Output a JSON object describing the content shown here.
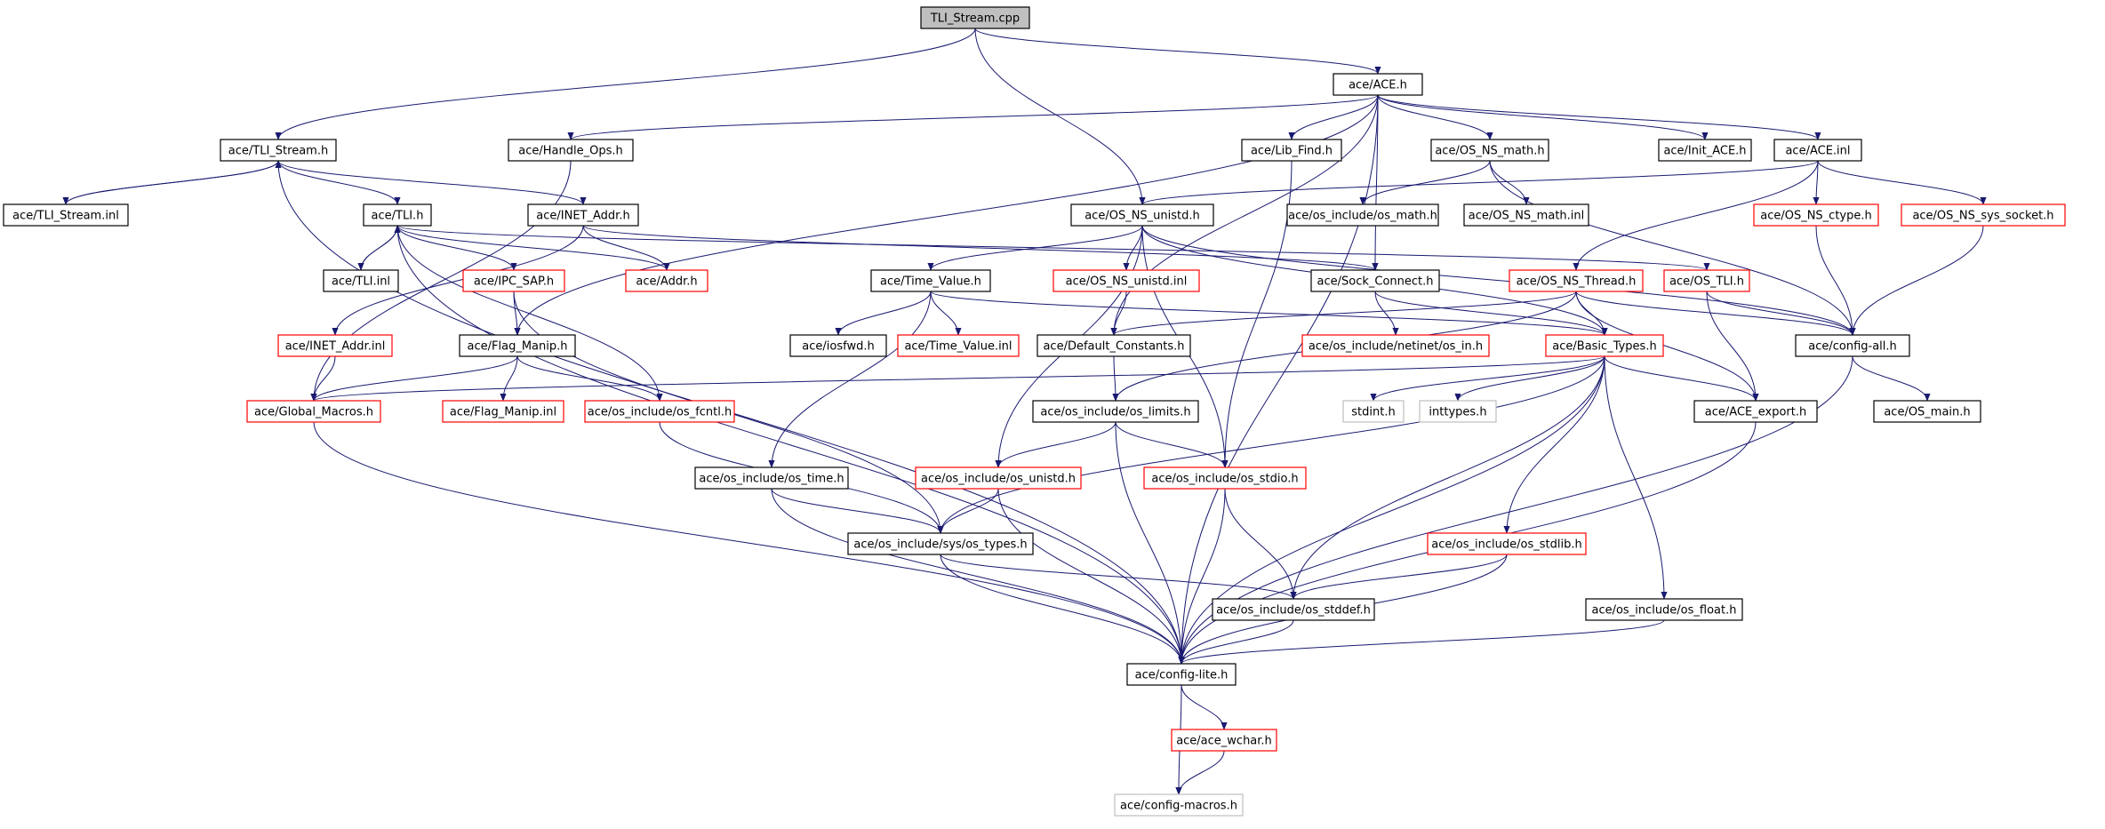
{
  "colors": {
    "edge": "#191970",
    "border_black": "#000000",
    "border_red": "#ff0000",
    "border_gray": "#bfbfbf",
    "root_fill": "#bfbfbf",
    "node_fill": "#ffffff"
  },
  "nodes": [
    {
      "id": "n_root",
      "label": "TLI_Stream.cpp",
      "style": "root"
    },
    {
      "id": "n_ace_h",
      "label": "ace/ACE.h",
      "style": "black"
    },
    {
      "id": "n_tli_stream_h",
      "label": "ace/TLI_Stream.h",
      "style": "black"
    },
    {
      "id": "n_handle_ops",
      "label": "ace/Handle_Ops.h",
      "style": "black"
    },
    {
      "id": "n_lib_find",
      "label": "ace/Lib_Find.h",
      "style": "black"
    },
    {
      "id": "n_os_ns_math",
      "label": "ace/OS_NS_math.h",
      "style": "black"
    },
    {
      "id": "n_init_ace",
      "label": "ace/Init_ACE.h",
      "style": "black"
    },
    {
      "id": "n_ace_inl",
      "label": "ace/ACE.inl",
      "style": "black"
    },
    {
      "id": "n_tli_stream_inl",
      "label": "ace/TLI_Stream.inl",
      "style": "black"
    },
    {
      "id": "n_tli_h",
      "label": "ace/TLI.h",
      "style": "black"
    },
    {
      "id": "n_inet_addr",
      "label": "ace/INET_Addr.h",
      "style": "black"
    },
    {
      "id": "n_os_ns_unistd",
      "label": "ace/OS_NS_unistd.h",
      "style": "black"
    },
    {
      "id": "n_os_math",
      "label": "ace/os_include/os_math.h",
      "style": "black"
    },
    {
      "id": "n_os_ns_math_inl",
      "label": "ace/OS_NS_math.inl",
      "style": "black"
    },
    {
      "id": "n_os_ns_ctype",
      "label": "ace/OS_NS_ctype.h",
      "style": "red"
    },
    {
      "id": "n_os_ns_sys_socket",
      "label": "ace/OS_NS_sys_socket.h",
      "style": "red"
    },
    {
      "id": "n_tli_inl",
      "label": "ace/TLI.inl",
      "style": "black"
    },
    {
      "id": "n_ipc_sap",
      "label": "ace/IPC_SAP.h",
      "style": "red"
    },
    {
      "id": "n_addr",
      "label": "ace/Addr.h",
      "style": "red"
    },
    {
      "id": "n_time_value",
      "label": "ace/Time_Value.h",
      "style": "black"
    },
    {
      "id": "n_os_ns_unistd_inl",
      "label": "ace/OS_NS_unistd.inl",
      "style": "red"
    },
    {
      "id": "n_sock_connect",
      "label": "ace/Sock_Connect.h",
      "style": "black"
    },
    {
      "id": "n_os_ns_thread",
      "label": "ace/OS_NS_Thread.h",
      "style": "red"
    },
    {
      "id": "n_os_tli",
      "label": "ace/OS_TLI.h",
      "style": "red"
    },
    {
      "id": "n_inet_addr_inl",
      "label": "ace/INET_Addr.inl",
      "style": "red"
    },
    {
      "id": "n_flag_manip",
      "label": "ace/Flag_Manip.h",
      "style": "black"
    },
    {
      "id": "n_iosfwd",
      "label": "ace/iosfwd.h",
      "style": "black"
    },
    {
      "id": "n_time_value_inl",
      "label": "ace/Time_Value.inl",
      "style": "red"
    },
    {
      "id": "n_default_constants",
      "label": "ace/Default_Constants.h",
      "style": "black"
    },
    {
      "id": "n_os_in",
      "label": "ace/os_include/netinet/os_in.h",
      "style": "red"
    },
    {
      "id": "n_basic_types",
      "label": "ace/Basic_Types.h",
      "style": "red"
    },
    {
      "id": "n_config_all",
      "label": "ace/config-all.h",
      "style": "black"
    },
    {
      "id": "n_global_macros",
      "label": "ace/Global_Macros.h",
      "style": "red"
    },
    {
      "id": "n_flag_manip_inl",
      "label": "ace/Flag_Manip.inl",
      "style": "red"
    },
    {
      "id": "n_os_fcntl",
      "label": "ace/os_include/os_fcntl.h",
      "style": "red"
    },
    {
      "id": "n_os_limits",
      "label": "ace/os_include/os_limits.h",
      "style": "black"
    },
    {
      "id": "n_stdint",
      "label": "stdint.h",
      "style": "gray"
    },
    {
      "id": "n_inttypes",
      "label": "inttypes.h",
      "style": "gray"
    },
    {
      "id": "n_ace_export",
      "label": "ace/ACE_export.h",
      "style": "black"
    },
    {
      "id": "n_os_main",
      "label": "ace/OS_main.h",
      "style": "black"
    },
    {
      "id": "n_os_time",
      "label": "ace/os_include/os_time.h",
      "style": "black"
    },
    {
      "id": "n_os_unistd",
      "label": "ace/os_include/os_unistd.h",
      "style": "red"
    },
    {
      "id": "n_os_stdio",
      "label": "ace/os_include/os_stdio.h",
      "style": "red"
    },
    {
      "id": "n_sys_os_types",
      "label": "ace/os_include/sys/os_types.h",
      "style": "black"
    },
    {
      "id": "n_os_stdlib",
      "label": "ace/os_include/os_stdlib.h",
      "style": "red"
    },
    {
      "id": "n_os_stddef",
      "label": "ace/os_include/os_stddef.h",
      "style": "black"
    },
    {
      "id": "n_os_float",
      "label": "ace/os_include/os_float.h",
      "style": "black"
    },
    {
      "id": "n_config_lite",
      "label": "ace/config-lite.h",
      "style": "black"
    },
    {
      "id": "n_ace_wchar",
      "label": "ace/ace_wchar.h",
      "style": "red"
    },
    {
      "id": "n_config_macros",
      "label": "ace/config-macros.h",
      "style": "gray"
    }
  ],
  "edges": [
    [
      "n_root",
      "n_tli_stream_h"
    ],
    [
      "n_root",
      "n_ace_h"
    ],
    [
      "n_root",
      "n_os_ns_unistd"
    ],
    [
      "n_ace_h",
      "n_handle_ops"
    ],
    [
      "n_ace_h",
      "n_lib_find"
    ],
    [
      "n_ace_h",
      "n_os_ns_math"
    ],
    [
      "n_ace_h",
      "n_init_ace"
    ],
    [
      "n_ace_h",
      "n_ace_inl"
    ],
    [
      "n_ace_h",
      "n_flag_manip"
    ],
    [
      "n_ace_h",
      "n_default_constants"
    ],
    [
      "n_ace_h",
      "n_sock_connect"
    ],
    [
      "n_ace_h",
      "n_config_lite"
    ],
    [
      "n_tli_stream_h",
      "n_tli_stream_inl"
    ],
    [
      "n_tli_stream_inl",
      "n_tli_stream_h"
    ],
    [
      "n_tli_stream_h",
      "n_tli_h"
    ],
    [
      "n_tli_stream_h",
      "n_inet_addr"
    ],
    [
      "n_tli_stream_h",
      "n_config_lite"
    ],
    [
      "n_handle_ops",
      "n_global_macros"
    ],
    [
      "n_lib_find",
      "n_os_stdio"
    ],
    [
      "n_os_ns_math",
      "n_os_math"
    ],
    [
      "n_os_ns_math",
      "n_os_ns_math_inl"
    ],
    [
      "n_os_ns_math",
      "n_config_all"
    ],
    [
      "n_ace_inl",
      "n_os_ns_unistd"
    ],
    [
      "n_ace_inl",
      "n_os_ns_ctype"
    ],
    [
      "n_ace_inl",
      "n_os_ns_sys_socket"
    ],
    [
      "n_ace_inl",
      "n_os_ns_thread"
    ],
    [
      "n_tli_h",
      "n_tli_inl"
    ],
    [
      "n_tli_inl",
      "n_tli_h"
    ],
    [
      "n_tli_h",
      "n_ipc_sap"
    ],
    [
      "n_tli_h",
      "n_addr"
    ],
    [
      "n_tli_h",
      "n_os_fcntl"
    ],
    [
      "n_tli_h",
      "n_os_tli"
    ],
    [
      "n_tli_h",
      "n_config_lite"
    ],
    [
      "n_inet_addr",
      "n_addr"
    ],
    [
      "n_inet_addr",
      "n_inet_addr_inl"
    ],
    [
      "n_inet_addr",
      "n_sock_connect"
    ],
    [
      "n_os_ns_unistd",
      "n_time_value"
    ],
    [
      "n_os_ns_unistd",
      "n_os_ns_unistd_inl"
    ],
    [
      "n_os_ns_unistd",
      "n_os_stdio"
    ],
    [
      "n_os_ns_unistd",
      "n_basic_types"
    ],
    [
      "n_os_ns_unistd",
      "n_os_unistd"
    ],
    [
      "n_os_ns_unistd",
      "n_config_all"
    ],
    [
      "n_os_ns_ctype",
      "n_config_all"
    ],
    [
      "n_os_ns_sys_socket",
      "n_config_all"
    ],
    [
      "n_ipc_sap",
      "n_flag_manip"
    ],
    [
      "n_ipc_sap",
      "n_sys_os_types"
    ],
    [
      "n_time_value",
      "n_iosfwd"
    ],
    [
      "n_time_value",
      "n_time_value_inl"
    ],
    [
      "n_time_value",
      "n_os_time"
    ],
    [
      "n_time_value",
      "n_basic_types"
    ],
    [
      "n_os_ns_unistd_inl",
      "n_default_constants"
    ],
    [
      "n_sock_connect",
      "n_os_in"
    ],
    [
      "n_sock_connect",
      "n_basic_types"
    ],
    [
      "n_os_ns_thread",
      "n_basic_types"
    ],
    [
      "n_os_ns_thread",
      "n_ace_export"
    ],
    [
      "n_os_ns_thread",
      "n_default_constants"
    ],
    [
      "n_os_ns_thread",
      "n_config_all"
    ],
    [
      "n_os_ns_thread",
      "n_os_limits"
    ],
    [
      "n_os_tli",
      "n_config_all"
    ],
    [
      "n_os_tli",
      "n_ace_export"
    ],
    [
      "n_inet_addr_inl",
      "n_global_macros"
    ],
    [
      "n_flag_manip",
      "n_global_macros"
    ],
    [
      "n_flag_manip",
      "n_flag_manip_inl"
    ],
    [
      "n_flag_manip",
      "n_os_fcntl"
    ],
    [
      "n_default_constants",
      "n_os_limits"
    ],
    [
      "n_basic_types",
      "n_stdint"
    ],
    [
      "n_basic_types",
      "n_inttypes"
    ],
    [
      "n_basic_types",
      "n_ace_export"
    ],
    [
      "n_basic_types",
      "n_global_macros"
    ],
    [
      "n_basic_types",
      "n_os_stdlib"
    ],
    [
      "n_basic_types",
      "n_os_float"
    ],
    [
      "n_basic_types",
      "n_os_stddef"
    ],
    [
      "n_basic_types",
      "n_config_lite"
    ],
    [
      "n_basic_types",
      "n_sys_os_types"
    ],
    [
      "n_config_all",
      "n_os_main"
    ],
    [
      "n_config_all",
      "n_config_lite"
    ],
    [
      "n_global_macros",
      "n_config_lite"
    ],
    [
      "n_os_fcntl",
      "n_sys_os_types"
    ],
    [
      "n_os_limits",
      "n_os_unistd"
    ],
    [
      "n_os_limits",
      "n_os_stdio"
    ],
    [
      "n_os_limits",
      "n_config_lite"
    ],
    [
      "n_ace_export",
      "n_config_lite"
    ],
    [
      "n_os_time",
      "n_sys_os_types"
    ],
    [
      "n_os_time",
      "n_config_lite"
    ],
    [
      "n_os_unistd",
      "n_sys_os_types"
    ],
    [
      "n_os_unistd",
      "n_config_lite"
    ],
    [
      "n_os_stdio",
      "n_os_stddef"
    ],
    [
      "n_os_stdio",
      "n_config_lite"
    ],
    [
      "n_sys_os_types",
      "n_os_stddef"
    ],
    [
      "n_sys_os_types",
      "n_config_lite"
    ],
    [
      "n_os_stdlib",
      "n_os_stddef"
    ],
    [
      "n_os_stdlib",
      "n_config_lite"
    ],
    [
      "n_os_stddef",
      "n_config_lite"
    ],
    [
      "n_os_float",
      "n_config_lite"
    ],
    [
      "n_config_lite",
      "n_ace_wchar"
    ],
    [
      "n_config_lite",
      "n_config_macros"
    ],
    [
      "n_ace_wchar",
      "n_config_macros"
    ]
  ]
}
